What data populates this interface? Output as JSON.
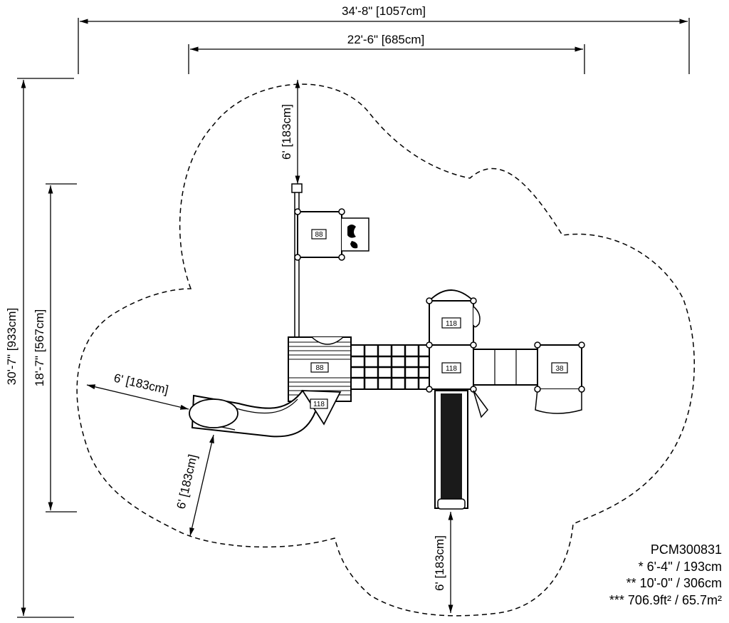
{
  "dimensions": {
    "overall_width": "34'-8\" [1057cm]",
    "structure_width": "22'-6\" [685cm]",
    "overall_depth": "30'-7\" [933cm]",
    "structure_depth": "18'-7\" [567cm]",
    "clearance_top": "6' [183cm]",
    "clearance_left": "6' [183cm]",
    "clearance_left_lower": "6' [183cm]",
    "clearance_bottom": "6' [183cm]"
  },
  "deck_labels": {
    "top_deck": "88",
    "left_deck": "88",
    "slide_deck": "118",
    "upper_right_deck": "118",
    "center_deck": "118",
    "far_right_deck": "38"
  },
  "info": {
    "model": "PCM300831",
    "line1": "* 6'-4'' / 193cm",
    "line2": "** 10'-0'' / 306cm",
    "line3": "*** 706.9ft² / 65.7m²"
  }
}
